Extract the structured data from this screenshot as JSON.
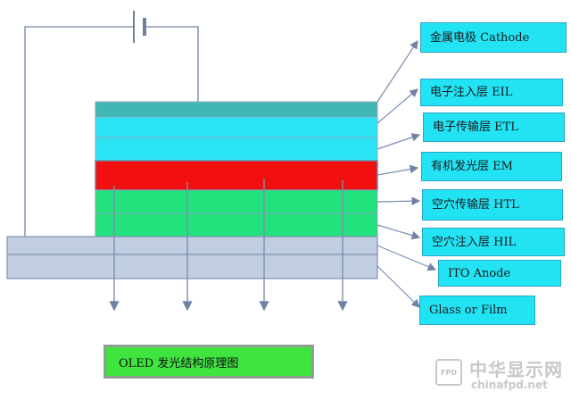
{
  "layers": [
    {
      "id": "cathode",
      "label": "金属电极 Cathode",
      "color": "#3fb7b5"
    },
    {
      "id": "eil",
      "label": "电子注入层 EIL",
      "color": "#2be5f6"
    },
    {
      "id": "etl",
      "label": "电子传输层 ETL",
      "color": "#2be5f6"
    },
    {
      "id": "em",
      "label": "有机发光层 EM",
      "color": "#f10f0f"
    },
    {
      "id": "htl",
      "label": "空穴传输层 HTL",
      "color": "#21e27d"
    },
    {
      "id": "hil",
      "label": "空穴注入层 HIL",
      "color": "#21e27d"
    },
    {
      "id": "ito",
      "label": "ITO    Anode",
      "color": "#c1cde0"
    },
    {
      "id": "glass",
      "label": "Glass or Film",
      "color": "#c1cde0"
    }
  ],
  "caption": "OLED   发光结构原理图",
  "watermark": {
    "text": "中华显示网",
    "url": "chinafpd.net",
    "logo": "FPD"
  },
  "colors": {
    "label_box": "#22e3f4",
    "caption_box": "#3fe43f",
    "wire": "#8a9bb8",
    "arrow": "#7c8fae"
  }
}
